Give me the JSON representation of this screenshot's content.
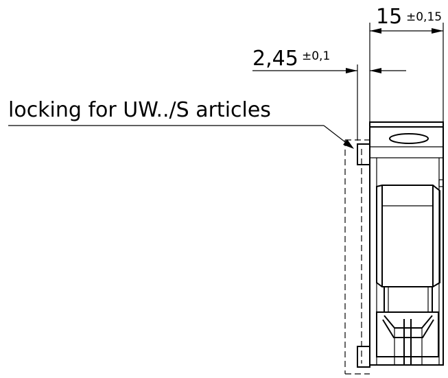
{
  "dimensions": {
    "width": {
      "value": "15",
      "tolerance": "±0,15"
    },
    "lock_offset": {
      "value": "2,45",
      "tolerance": "±0,1"
    }
  },
  "callout": {
    "label": "locking for UW../S articles"
  }
}
